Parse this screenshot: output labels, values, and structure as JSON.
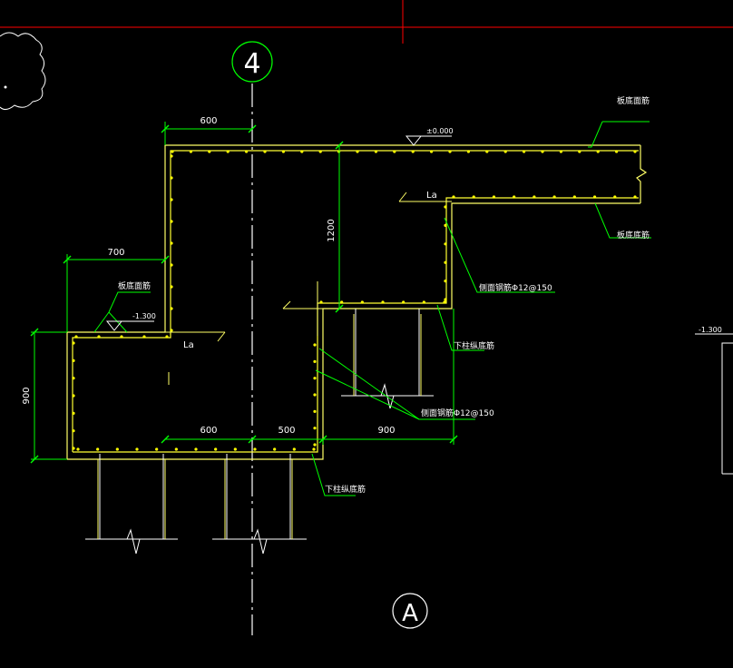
{
  "axis_bubbles": {
    "top": "4",
    "bottom": "A"
  },
  "dimensions": {
    "d600_top": "600",
    "d700": "700",
    "d1200": "1200",
    "d900_vertical": "900",
    "d600_bottom": "600",
    "d500": "500",
    "d900_bottom": "900"
  },
  "elevations": {
    "top": "±0.000",
    "left": "-1.300",
    "right": "-1.300"
  },
  "labels": {
    "la_upper": "La",
    "la_lower": "La",
    "slab_top_rebar_right": "板底面筋",
    "slab_bottom_rebar_right": "板底底筋",
    "slab_top_rebar_left": "板底面筋",
    "side_rebar_upper": "侧面钢筋Φ12@150",
    "side_rebar_lower": "侧面钢筋Φ12@150",
    "column_bottom_rebar_upper": "下柱纵底筋",
    "column_bottom_rebar_lower": "下柱纵底筋"
  },
  "colors": {
    "background": "#000000",
    "outline": "#ffff66",
    "dimension": "#00ff00",
    "rebar": "#ffff00",
    "grid_line": "#ffffff",
    "border_line": "#ff0000"
  }
}
